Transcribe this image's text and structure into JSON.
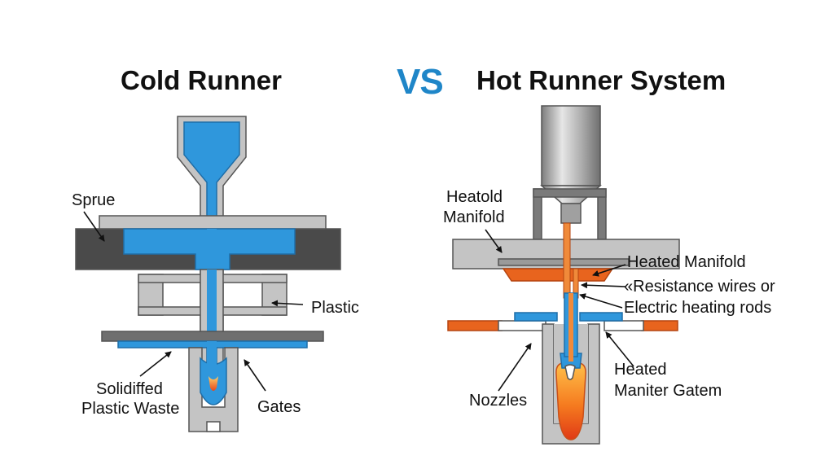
{
  "titles": {
    "left": "Cold Runner",
    "vs": "VS",
    "right": "Hot Runner System"
  },
  "cold_runner": {
    "labels": {
      "sprue": "Sprue",
      "plastic": "Plastic",
      "solidified_line1": "Solidiffed",
      "solidified_line2": "Plastic Waste",
      "gates": "Gates"
    }
  },
  "hot_runner": {
    "labels": {
      "heatold_line1": "Heatold",
      "heatold_line2": "Manifold",
      "heated_manifold": "Heated Manifold",
      "resistance_wires": "«Resistance wires or",
      "electric_rods": "Electric heating rods",
      "nozzles": "Nozzles",
      "gate_line1": "Heated",
      "gate_line2": "Maniter Gatem"
    }
  },
  "colors": {
    "plastic_blue": "#2f97dc",
    "steel_gray": "#b4b4b4",
    "dark_plate": "#4a4a4a",
    "heater_orange": "#e8641e",
    "vs_blue": "#1f86c8"
  }
}
